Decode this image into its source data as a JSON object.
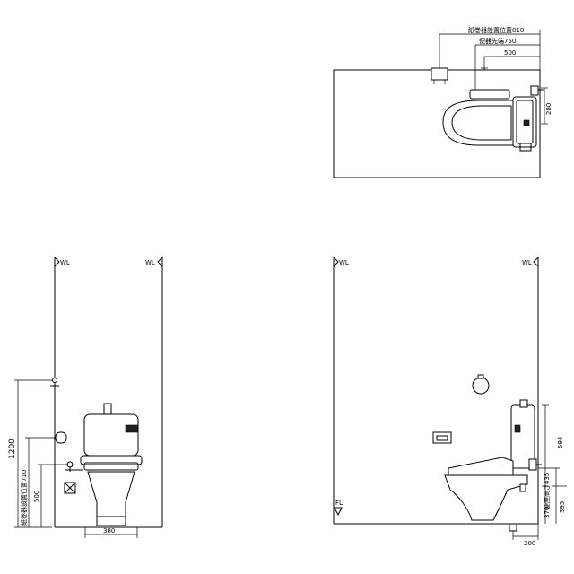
{
  "plan": {
    "label_810": "紙巻器設置位置810",
    "label_750": "便器先端750",
    "label_500": "500",
    "label_280": "280"
  },
  "front_view": {
    "wl_left": "WL",
    "wl_right": "WL",
    "dim_1200": "1200",
    "dim_710": "紙巻器設置位置710",
    "dim_500": "500",
    "dim_380": "380"
  },
  "side_view": {
    "wl_left": "WL",
    "wl_right": "WL",
    "fl": "FL",
    "dim_594": "594",
    "dim_435": "便座高さ435",
    "dim_370": "370",
    "dim_395": "395",
    "dim_200": "200"
  }
}
